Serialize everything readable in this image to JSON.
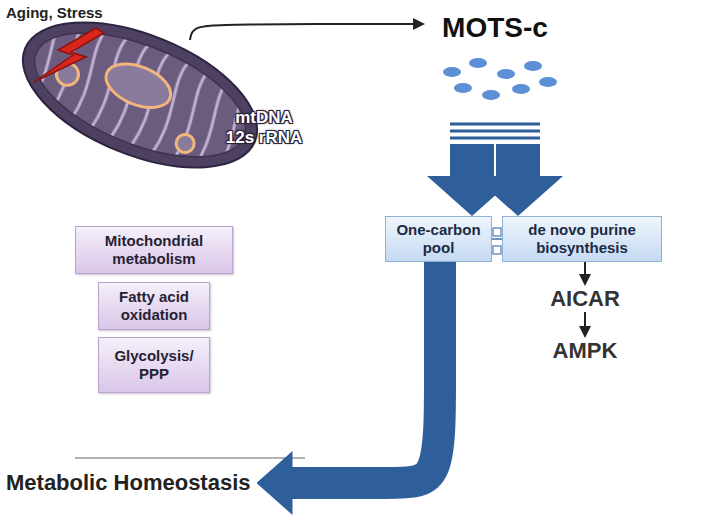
{
  "diagram": {
    "nodes": [
      {
        "text": [
          "mtDNA 12s rRNA"
        ]
      },
      {
        "text": [
          "MOTS-c"
        ]
      },
      {
        "text": [
          "One-carbon pool"
        ]
      },
      {
        "text": [
          "de novo purine biosynthesis"
        ]
      },
      {
        "text": [
          "Mitochondrial metabolism"
        ]
      },
      {
        "text": [
          "Fatty acid oxidation"
        ]
      },
      {
        "text": [
          "Glycolysis/ PPP"
        ]
      },
      {
        "text": [
          "AICAR"
        ]
      },
      {
        "text": [
          "AMPK"
        ]
      },
      {
        "text": [
          "Metabolic Homeostasis"
        ]
      }
    ],
    "edges": [
      {
        "from": 0,
        "to": 1,
        "arrow": "to"
      },
      {
        "from": 1,
        "to": 2,
        "arrow": "to"
      },
      {
        "from": 1,
        "to": 3,
        "arrow": "to"
      },
      {
        "from": 2,
        "to": 3,
        "arrow": "none"
      },
      {
        "from": 3,
        "to": 7,
        "arrow": "to"
      },
      {
        "from": 7,
        "to": 8,
        "arrow": "to"
      },
      {
        "from": 2,
        "to": 9,
        "arrow": "to"
      }
    ],
    "labels": [
      "Aging, Stress"
    ]
  }
}
